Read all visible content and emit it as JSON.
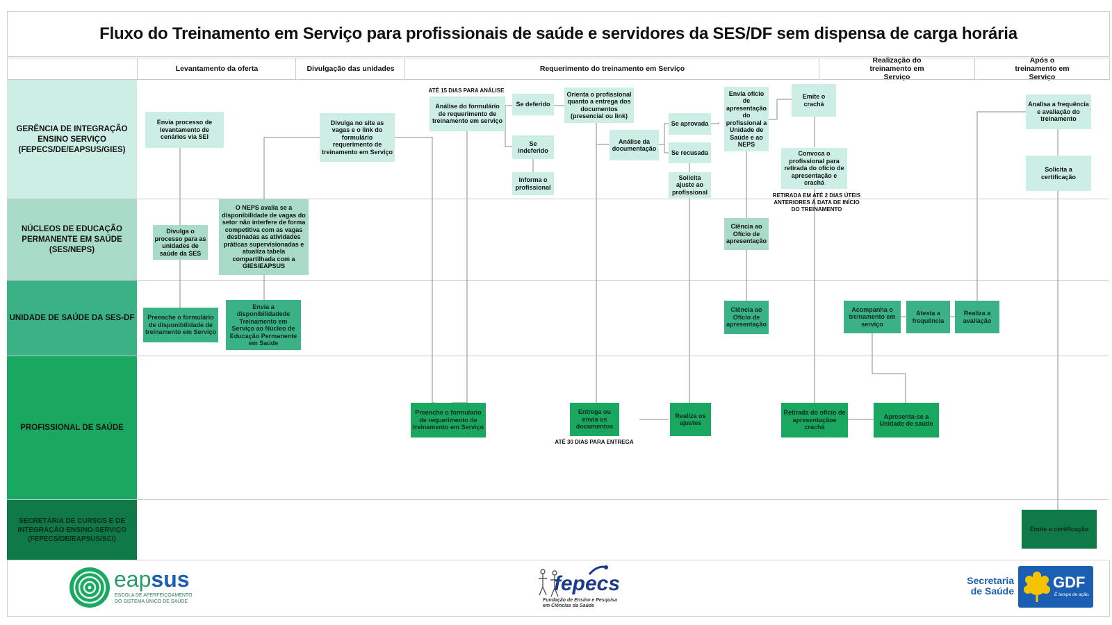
{
  "title": "Fluxo do Treinamento em Serviço para profissionais de saúde e servidores da SES/DF sem dispensa de carga horária",
  "phases": [
    "Levantamento da oferta",
    "Divulgação das unidades",
    "Requerimento do treinamento em Serviço",
    "Realização do treinamento em Serviço",
    "Após o treinamento em Serviço"
  ],
  "lanes": [
    "GERÊNCIA DE INTEGRAÇÃO ENSINO SERVIÇO (FEPECS/DE/EAPSUS/GIES)",
    "NÚCLEOS DE EDUCAÇÃO PERMANENTE EM SAÚDE (SES/NEPS)",
    "UNIDADE DE SAÚDE DA SES-DF",
    "PROFISSIONAL DE SAÚDE",
    "SECRETÁRIA DE CURSOS E DE INTEGRAÇÃO ENSINO-SERVIÇO (FEPECS/DE/EAPSUS/SCI)"
  ],
  "lane_colors": [
    "#cdeee4",
    "#a8dcc8",
    "#3bb285",
    "#1aa860",
    "#0f7a48"
  ],
  "boxes": {
    "envia_processo": "Envia processo de levantamento de cenários via SEI",
    "divulga_processo": "Divulga o processo para as unidades de saúde da SES",
    "preenche_disponibilidade": "Preenche o formulário de disponibilidade de treinamento em Serviço",
    "envia_disponibilidade": "Envia a disponibilidadede Treinamento em Serviço ao Núcleo de Educação Permanente em Saúde",
    "neps_avalia": "O NEPS avalia se a disponibilidade de vagas do setor não interfere de forma competitiva com as vagas destinadas as atividades práticas supervisionadas e atualiza tabela compartilhada com a GIES/EAPSUS",
    "divulga_site": "Divulga no site as vagas e o link do formulário requerimento de treinamento em Serviço",
    "analise_formulario": "Análise do formulário de requerimento de treinamento em serviço",
    "se_deferido": "Se deferido",
    "se_indeferido": "Se indeferido",
    "informa_profissional": "Informa o profissional",
    "orienta_profissional": "Orienta o profissional quanto a entrega dos documentos (presencial ou link)",
    "analise_documentacao": "Análise da documentação",
    "se_aprovada": "Se aprovada",
    "se_recusada": "Se recusada",
    "solicita_ajuste": "Solicita ajuste ao profissional",
    "envia_oficio": "Envia ofício de apresentação do profissional a Unidade de Saúde e ao NEPS",
    "emite_cracha": "Emite o crachá",
    "convoca_profissional": "Convoca o profissional para retirada do ofício de apresentação e crachá",
    "ciencia_neps": "Ciência ao Ofício de apresentação",
    "ciencia_unidade": "Ciência ao Ofício de apresentação",
    "preenche_requerimento": "Preenche o formulario de requerimento de treinamento em Serviço",
    "entrega_documentos": "Entrega ou envia os documentos",
    "realiza_ajustes": "Realiza os ajustes",
    "retirada_oficio": "Retirada do ofício de apresentaçãoe crachá",
    "apresenta_unidade": "Apresenta-se a Unidade de saúde",
    "acompanha": "Acompanha o treinamento em serviço",
    "atesta": "Atesta a frequência",
    "realiza_avaliacao": "Realiza a avaliação",
    "analisa_frequencia": "Analisa a frequência e avaliação do treinamento",
    "solicita_certificacao": "Solicita a certificação",
    "emite_certificacao": "Emite a certificação"
  },
  "notes": {
    "ate_15": "ATÉ 15 DIAS PARA ANÁLISE",
    "ate_30": "ATÉ 30 DIAS PARA ENTREGA",
    "retirada": "RETIRADA EM ATÉ 2 DIAS ÚTEIS ANTERIORES À DATA DE INÍCIO DO TREINAMENTO"
  },
  "footer": {
    "eapsus_name": "eapsus",
    "eapsus_name_prefix": "eap",
    "eapsus_name_suffix": "sus",
    "eapsus_sub1": "ESCOLA DE APERFEIÇOAMENTO",
    "eapsus_sub2": "DO SISTEMA ÚNICO DE SAÚDE",
    "fepecs_name": "fepecs",
    "fepecs_sub1": "Fundação de Ensino e Pesquisa",
    "fepecs_sub2": "em Ciências da Saúde",
    "secretaria_1": "Secretaria",
    "secretaria_2": "de Saúde",
    "gdf_name": "GDF",
    "gdf_slogan": "É tempo de ação."
  }
}
